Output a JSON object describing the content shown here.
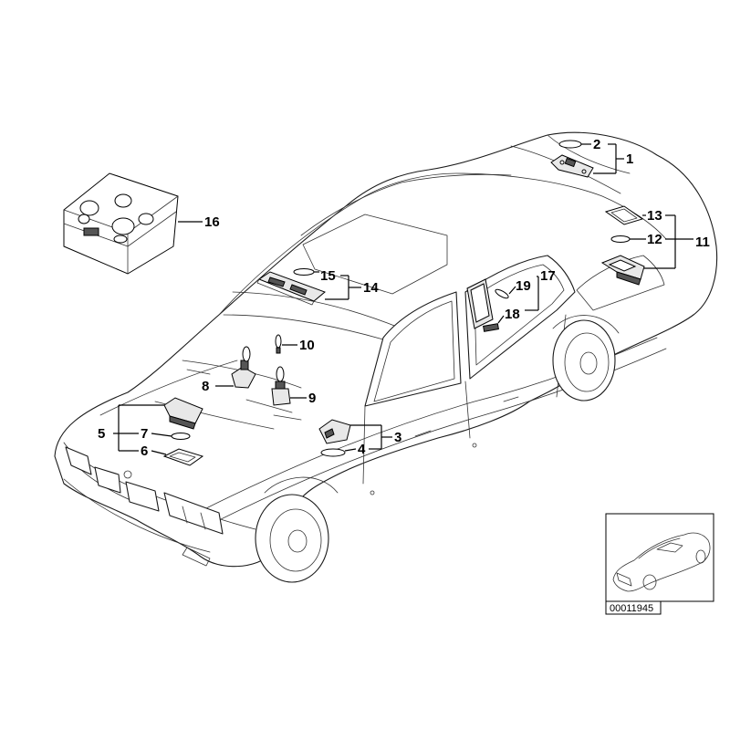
{
  "diagram": {
    "ref_number": "00011945",
    "callouts": [
      {
        "id": "c1",
        "label": "1"
      },
      {
        "id": "c2",
        "label": "2"
      },
      {
        "id": "c3",
        "label": "3"
      },
      {
        "id": "c4",
        "label": "4"
      },
      {
        "id": "c5",
        "label": "5"
      },
      {
        "id": "c6",
        "label": "6"
      },
      {
        "id": "c7",
        "label": "7"
      },
      {
        "id": "c8",
        "label": "8"
      },
      {
        "id": "c9",
        "label": "9"
      },
      {
        "id": "c10",
        "label": "10"
      },
      {
        "id": "c11",
        "label": "11"
      },
      {
        "id": "c12",
        "label": "12"
      },
      {
        "id": "c13",
        "label": "13"
      },
      {
        "id": "c14",
        "label": "14"
      },
      {
        "id": "c15",
        "label": "15"
      },
      {
        "id": "c16",
        "label": "16"
      },
      {
        "id": "c17",
        "label": "17"
      },
      {
        "id": "c18",
        "label": "18"
      },
      {
        "id": "c19",
        "label": "19"
      }
    ]
  }
}
